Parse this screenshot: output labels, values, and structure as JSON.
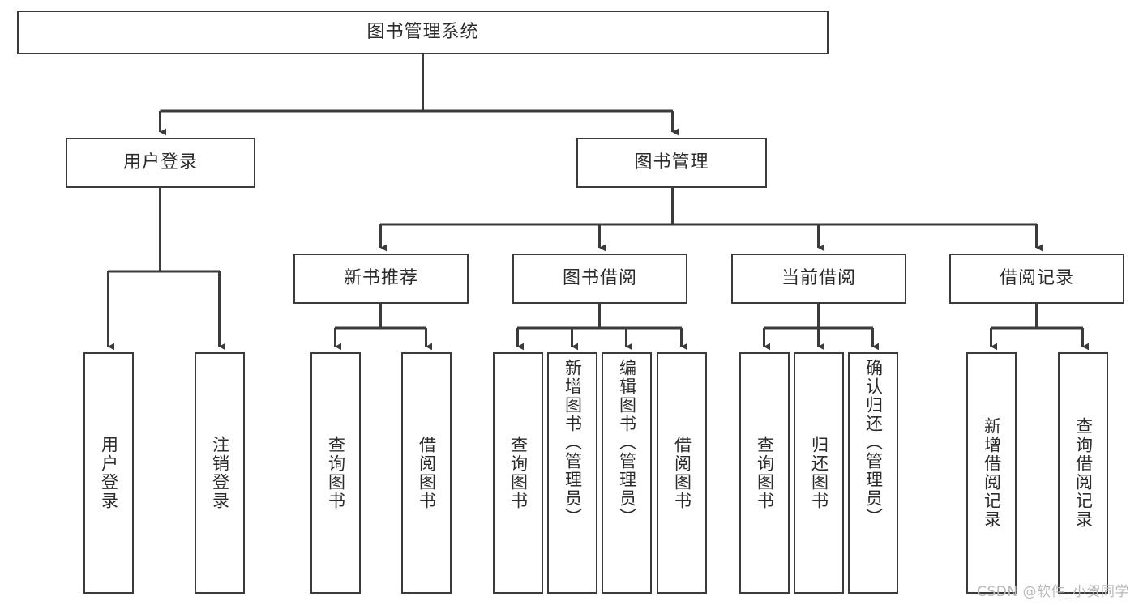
{
  "diagram": {
    "title_node": {
      "label": "图书管理系统"
    },
    "level2": [
      {
        "id": "user-login",
        "label": "用户登录"
      },
      {
        "id": "book-management",
        "label": "图书管理"
      }
    ],
    "level3": [
      {
        "id": "new-book-recommend",
        "label": "新书推荐"
      },
      {
        "id": "book-borrow",
        "label": "图书借阅"
      },
      {
        "id": "current-borrow",
        "label": "当前借阅"
      },
      {
        "id": "borrow-record",
        "label": "借阅记录"
      }
    ],
    "leaves": [
      {
        "id": "leaf-user-login",
        "label": "用户登录",
        "parent": "user-login"
      },
      {
        "id": "leaf-logout-login",
        "label": "注销登录",
        "parent": "user-login"
      },
      {
        "id": "leaf-query-book-1",
        "label": "查询图书",
        "parent": "new-book-recommend"
      },
      {
        "id": "leaf-borrow-book-1",
        "label": "借阅图书",
        "parent": "new-book-recommend"
      },
      {
        "id": "leaf-query-book-2",
        "label": "查询图书",
        "parent": "book-borrow"
      },
      {
        "id": "leaf-add-book-admin",
        "label": "新增图书（管理员）",
        "parent": "book-borrow"
      },
      {
        "id": "leaf-edit-book-admin",
        "label": "编辑图书（管理员）",
        "parent": "book-borrow"
      },
      {
        "id": "leaf-borrow-book-2",
        "label": "借阅图书",
        "parent": "book-borrow"
      },
      {
        "id": "leaf-query-book-3",
        "label": "查询图书",
        "parent": "current-borrow"
      },
      {
        "id": "leaf-return-book",
        "label": "归还图书",
        "parent": "current-borrow"
      },
      {
        "id": "leaf-confirm-return-admin",
        "label": "确认归还（管理员）",
        "parent": "current-borrow"
      },
      {
        "id": "leaf-add-borrow-record",
        "label": "新增借阅记录",
        "parent": "borrow-record"
      },
      {
        "id": "leaf-query-borrow-record",
        "label": "查询借阅记录",
        "parent": "borrow-record"
      }
    ],
    "watermark": "CSDN @软件_小贺同学",
    "colors": {
      "stroke": "#3b3b3b",
      "background": "#ffffff",
      "text": "#2b2b2b",
      "watermark": "#b9b9b9"
    }
  }
}
